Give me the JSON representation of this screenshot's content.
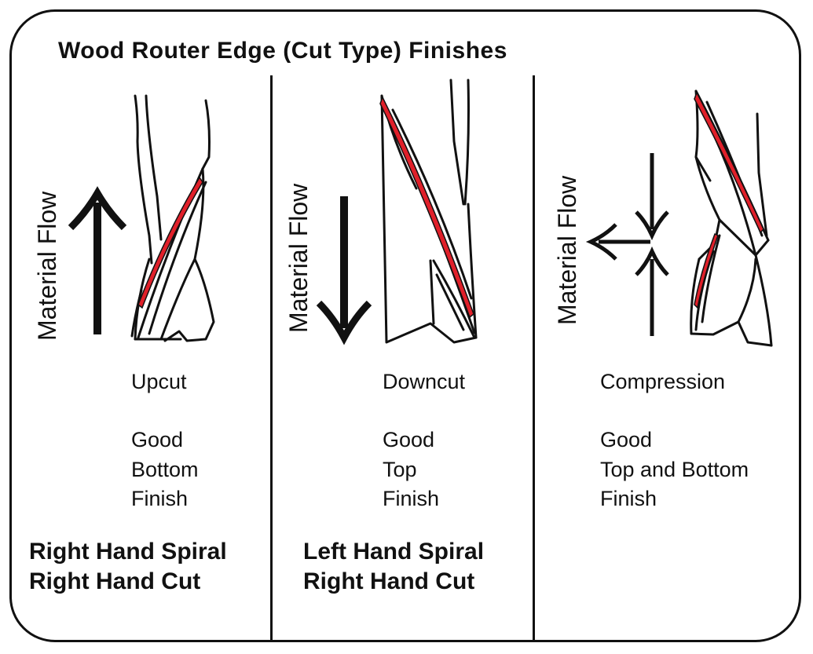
{
  "title": "Wood Router Edge (Cut Type) Finishes",
  "colors": {
    "ink": "#111111",
    "flute_highlight": "#e0202a",
    "background": "#ffffff"
  },
  "panels": [
    {
      "flow_label": "Material Flow",
      "flow_direction": "up",
      "cut_name": "Upcut",
      "finish_lines": [
        "Good",
        "Bottom",
        "Finish"
      ],
      "spiral_lines": [
        "Right Hand Spiral",
        "Right Hand Cut"
      ]
    },
    {
      "flow_label": "Material Flow",
      "flow_direction": "down",
      "cut_name": "Downcut",
      "finish_lines": [
        "Good",
        "Top",
        "Finish"
      ],
      "spiral_lines": [
        "Left Hand Spiral",
        "Right Hand Cut"
      ]
    },
    {
      "flow_label": "Material Flow",
      "flow_direction": "compression",
      "cut_name": "Compression",
      "finish_lines": [
        "Good",
        "Top and Bottom",
        "Finish"
      ],
      "spiral_lines": []
    }
  ]
}
